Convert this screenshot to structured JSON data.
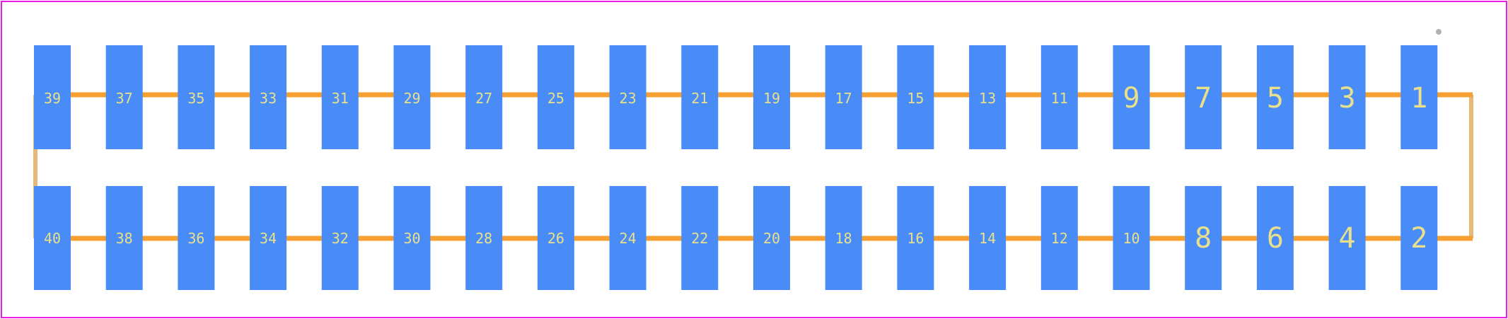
{
  "colors": {
    "board_outline": "#e61ee6",
    "pad": "#4a8cf7",
    "trace": "#f5a030",
    "trace_edge": "#e8b878",
    "label": "#e8e08a",
    "marker": "#b0b0b0"
  },
  "pins": {
    "top_row": [
      "39",
      "37",
      "35",
      "33",
      "31",
      "29",
      "27",
      "25",
      "23",
      "21",
      "19",
      "17",
      "15",
      "13",
      "11",
      "9",
      "7",
      "5",
      "3",
      "1"
    ],
    "bottom_row": [
      "40",
      "38",
      "36",
      "34",
      "32",
      "30",
      "28",
      "26",
      "24",
      "22",
      "20",
      "18",
      "16",
      "14",
      "12",
      "10",
      "8",
      "6",
      "4",
      "2"
    ]
  },
  "pin1_marker": "pin-1-indicator-dot"
}
